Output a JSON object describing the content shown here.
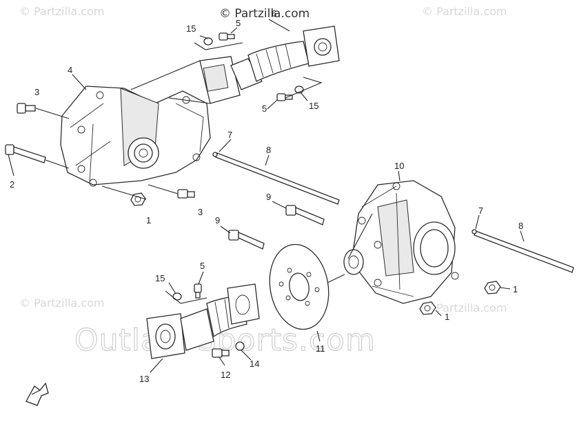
{
  "watermarks": {
    "top_center": "© Partzilla.com",
    "corner": "© Partzilla.com",
    "center": "Outlaw-Sports.com"
  },
  "callouts": [
    {
      "id": "c1a",
      "label": "1"
    },
    {
      "id": "c1b",
      "label": "1"
    },
    {
      "id": "c1c",
      "label": "1"
    },
    {
      "id": "c2",
      "label": "2"
    },
    {
      "id": "c3a",
      "label": "3"
    },
    {
      "id": "c3b",
      "label": "3"
    },
    {
      "id": "c4",
      "label": "4"
    },
    {
      "id": "c5a",
      "label": "5"
    },
    {
      "id": "c5b",
      "label": "5"
    },
    {
      "id": "c5c",
      "label": "5"
    },
    {
      "id": "c6",
      "label": "6"
    },
    {
      "id": "c7a",
      "label": "7"
    },
    {
      "id": "c7b",
      "label": "7"
    },
    {
      "id": "c8a",
      "label": "8"
    },
    {
      "id": "c8b",
      "label": "8"
    },
    {
      "id": "c9a",
      "label": "9"
    },
    {
      "id": "c9b",
      "label": "9"
    },
    {
      "id": "c10",
      "label": "10"
    },
    {
      "id": "c11",
      "label": "11"
    },
    {
      "id": "c12",
      "label": "12"
    },
    {
      "id": "c13",
      "label": "13"
    },
    {
      "id": "c14",
      "label": "14"
    },
    {
      "id": "c15a",
      "label": "15"
    },
    {
      "id": "c15b",
      "label": "15"
    },
    {
      "id": "c15c",
      "label": "15"
    }
  ],
  "icons": {
    "orientation_arrow": "front-arrow-icon"
  }
}
